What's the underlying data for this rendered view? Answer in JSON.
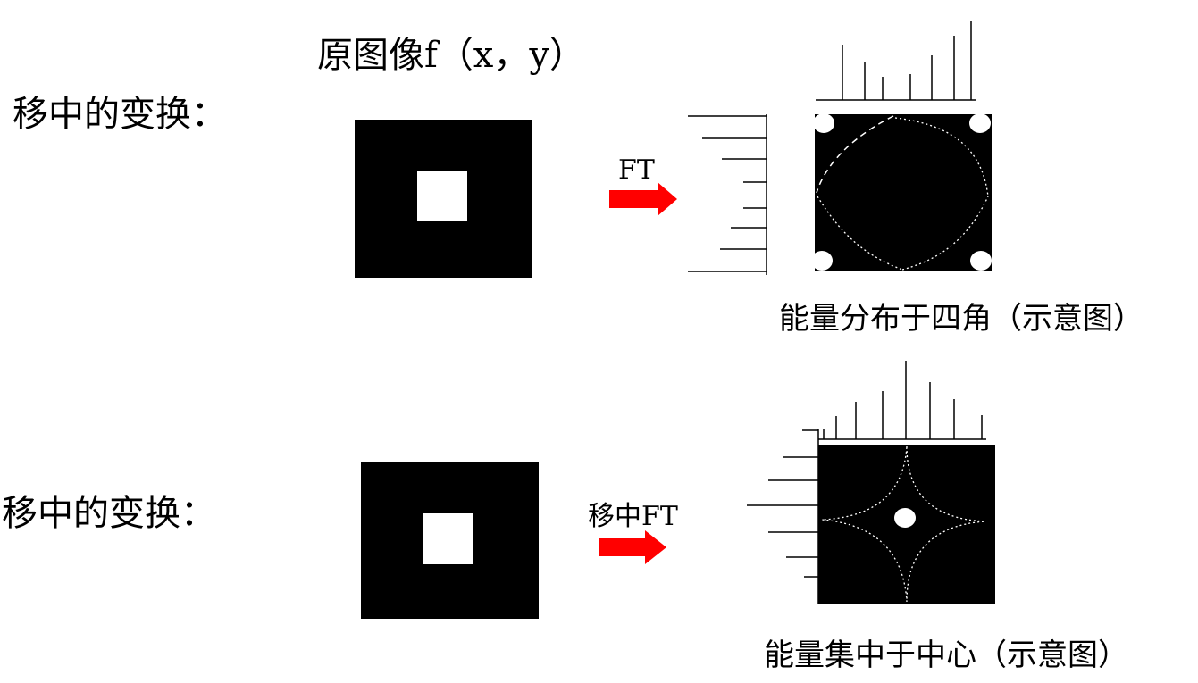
{
  "title": "原图像f（x，y）",
  "rows": [
    {
      "label": "移中的变换：",
      "arrow_label": "FT",
      "caption": "能量分布于四角（示意图）"
    },
    {
      "label": "移中的变换：",
      "arrow_label": "移中FT",
      "caption": "能量集中于中心（示意图）"
    }
  ],
  "colors": {
    "arrow": "#ff0000",
    "image_background": "#000000",
    "image_square": "#ffffff",
    "spectrum_curve": "#ffffff"
  }
}
